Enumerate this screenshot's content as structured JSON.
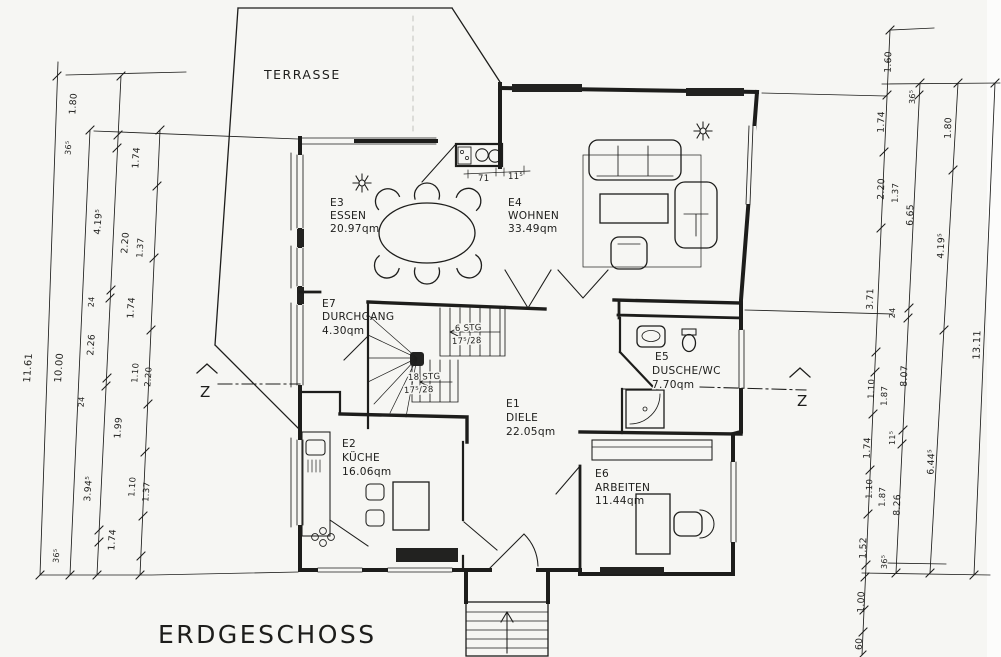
{
  "title": "ERDGESCHOSS",
  "terrace_label": "TERRASSE",
  "section_mark": "Z",
  "rooms": [
    {
      "id": "E3",
      "name": "ESSEN",
      "area": "20.97qm"
    },
    {
      "id": "E7",
      "name": "DURCHGANG",
      "area": "4.30qm"
    },
    {
      "id": "E2",
      "name": "KÜCHE",
      "area": "16.06qm"
    },
    {
      "id": "E4",
      "name": "WOHNEN",
      "area": "33.49qm"
    },
    {
      "id": "E5",
      "name": "DUSCHE/WC",
      "area": "7.70qm"
    },
    {
      "id": "E1",
      "name": "DIELE",
      "area": "22.05qm"
    },
    {
      "id": "E6",
      "name": "ARBEITEN",
      "area": "11.44qm"
    }
  ],
  "stairs": {
    "upper_steps": "6 STG",
    "upper_rise": "17⁵/28",
    "lower_steps": "18 STG",
    "lower_rise": "17⁵/28"
  },
  "fireplace_dims": [
    "71",
    "11⁵"
  ],
  "dims_left": [
    "1.80",
    "36⁵",
    "1.74",
    "4.19⁵",
    "2.20",
    "1.37",
    "24",
    "1.74",
    "2.26",
    "11.61",
    "10.00",
    "1.10",
    "2.20",
    "24",
    "1.99",
    "3.94⁵",
    "1.10",
    "1.37",
    "1.74",
    "36⁵"
  ],
  "dims_right": [
    "1.60",
    "36⁵",
    "1.74",
    "1.80",
    "2.20",
    "1.37",
    "6.65",
    "4.19⁵",
    "3.71",
    "24",
    "13.11",
    "8.07",
    "1.10",
    "1.87",
    "11⁵",
    "1.74",
    "6.44⁵",
    "1.10",
    "1.87",
    "8.26",
    "1.52",
    "36⁵",
    "1.00",
    "60"
  ],
  "colors": {
    "ink": "#1d1d1b",
    "paper": "#f6f6f3"
  }
}
